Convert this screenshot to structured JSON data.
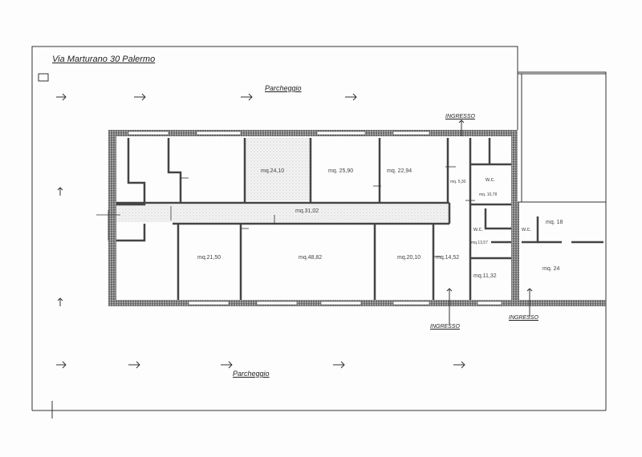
{
  "title": "Via Marturano 30  Palermo",
  "parking_labels": [
    "Parcheggio",
    "Parcheggio"
  ],
  "entrances": [
    "INGRESSO",
    "INGRESSO",
    "INGRESSO"
  ],
  "rooms": {
    "r1": "mq.24,10",
    "r2": "mq. 25,90",
    "r3": "mq. 22,94",
    "r4": "mq. 5,30",
    "wc1": "w.c.",
    "r5": "mq. 10,78",
    "corridor": "mq.31,02",
    "r6": "mq.21,50",
    "r7": "mq.48,82",
    "r8": "mq.20,10",
    "r9": "mq.14,52",
    "wc2": "w.c.",
    "r10": "mq.13,57",
    "r11": "mq.11,32",
    "wc3": "w.c.",
    "r12": "mq. 18",
    "r13": "mq. 24"
  },
  "colors": {
    "wall": "#555555",
    "line": "#333333",
    "hatch": "#999999"
  }
}
